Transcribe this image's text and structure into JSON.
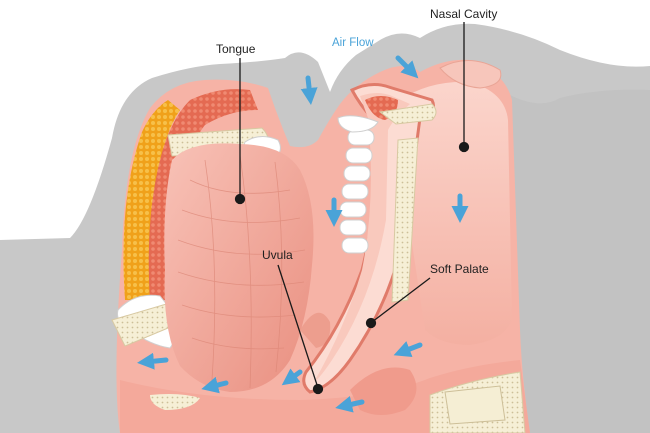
{
  "labels": {
    "tongue": "Tongue",
    "air_flow": "Air Flow",
    "nasal_cavity": "Nasal Cavity",
    "uvula": "Uvula",
    "soft_palate": "Soft Palate"
  },
  "colors": {
    "silhouette": "#c8c8c8",
    "tissue": "#f6b3a6",
    "tissue_dark": "#e5877a",
    "tongue": "#f3a598",
    "muscle": "#e4583f",
    "fat": "#f0a11a",
    "bone": "#f5efd8",
    "arrow": "#4aa3d8",
    "pointer": "#1a1a1a"
  }
}
